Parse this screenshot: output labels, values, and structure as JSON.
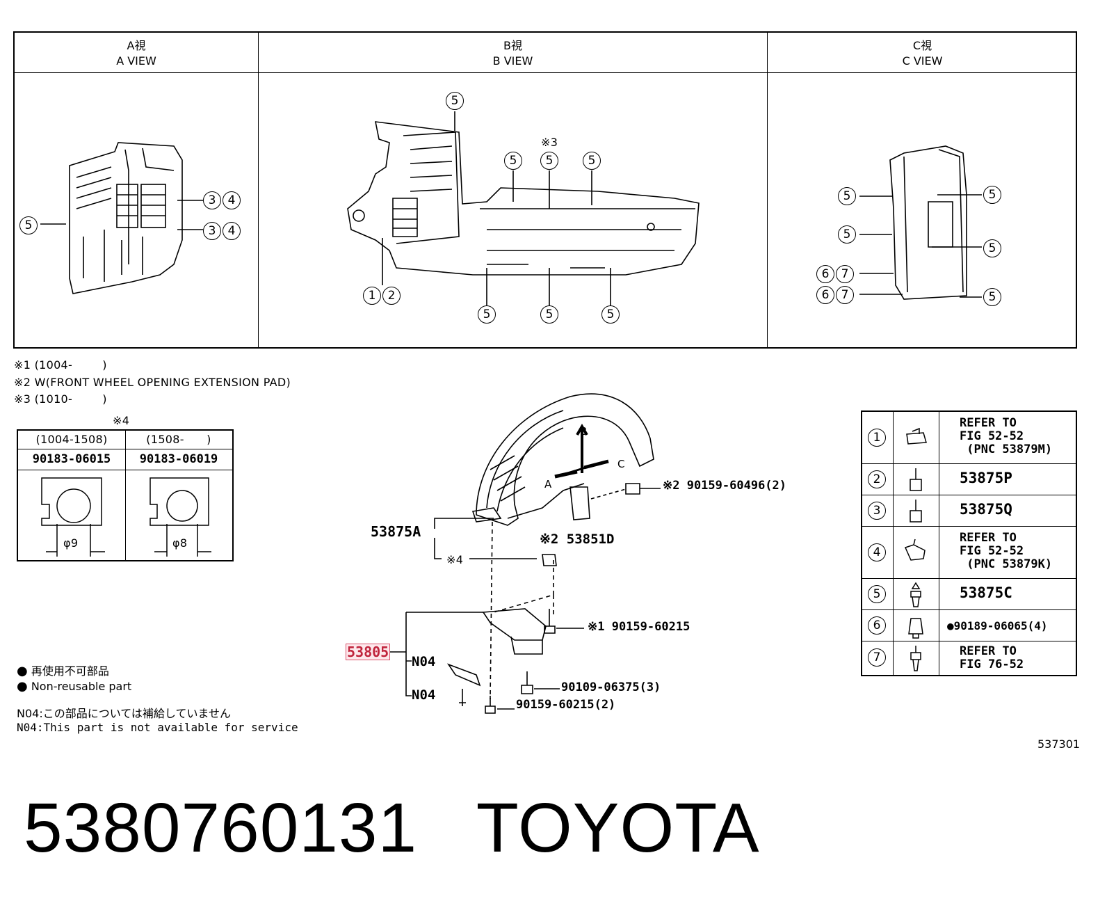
{
  "views": [
    {
      "jp": "A視",
      "en": "A VIEW"
    },
    {
      "jp": "B視",
      "en": "B VIEW"
    },
    {
      "jp": "C視",
      "en": "C VIEW"
    }
  ],
  "view_a_labels": [
    "5",
    "3",
    "4",
    "3",
    "4"
  ],
  "view_b_labels": {
    "top": [
      "5",
      "5",
      "5",
      "5"
    ],
    "note3": "※3",
    "left_bottom": [
      "1",
      "2"
    ],
    "bottom": [
      "5",
      "5",
      "5"
    ]
  },
  "view_c_labels": {
    "left": [
      "5",
      "5",
      "6",
      "7",
      "6",
      "7"
    ],
    "right": [
      "5",
      "5",
      "5"
    ]
  },
  "footnotes": [
    "※1 (1004-        )",
    "※2 W(FRONT WHEEL OPENING EXTENSION PAD)",
    "※3 (1010-        )"
  ],
  "spec_table": {
    "note": "※4",
    "columns": [
      {
        "period": "(1004-1508)",
        "part": "90183-06015",
        "dia": "φ9"
      },
      {
        "period": "(1508-      )",
        "part": "90183-06019",
        "dia": "φ8"
      }
    ]
  },
  "main_diagram": {
    "arrow_b": "B",
    "arrow_a": "A",
    "arrow_c": "C",
    "part_53875A": "53875A",
    "part_53851D": "※2 53851D",
    "part_note4": "※4",
    "part_60496": "※2 90159-60496(2)",
    "part_60215_1": "※1 90159-60215",
    "part_53805": "53805",
    "n04_a": "N04",
    "n04_b": "N04",
    "part_06375": "90109-06375(3)",
    "part_60215_2": "90159-60215(2)"
  },
  "notes": {
    "bullet1": "再使用不可部品",
    "bullet2": "Non-reusable part",
    "n04_jp": "N04:この部品については補給していません",
    "n04_en": "N04:This part is not available for service"
  },
  "legend": [
    {
      "num": "1",
      "text": "REFER TO\nFIG 52-52\n (PNC 53879M)",
      "icon": "clip-nut-icon"
    },
    {
      "num": "2",
      "text": "53875P",
      "icon": "screw-grommet-icon"
    },
    {
      "num": "3",
      "text": "53875Q",
      "icon": "screw-grommet-icon"
    },
    {
      "num": "4",
      "text": "REFER TO\nFIG 52-52\n (PNC 53879K)",
      "icon": "winged-nut-icon"
    },
    {
      "num": "5",
      "text": "53875C",
      "icon": "push-clip-icon"
    },
    {
      "num": "6",
      "text": "●90189-06065(4)",
      "icon": "nut-icon"
    },
    {
      "num": "7",
      "text": "REFER TO\nFIG 76-52",
      "icon": "clip-icon"
    }
  ],
  "figure_number": "537301",
  "title": "5380760131   TOYOTA"
}
